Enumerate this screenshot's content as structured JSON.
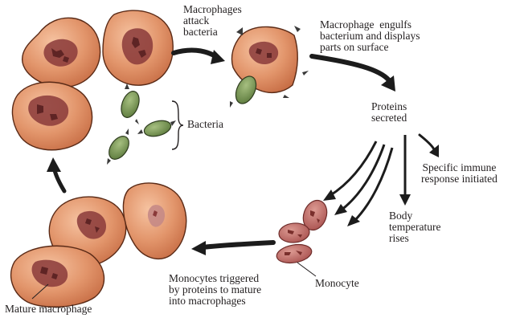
{
  "labels": {
    "macrophages_attack": "Macrophages\nattack\nbacteria",
    "engulfs": "Macrophage  engulfs\nbacterium and displays\nparts on surface",
    "proteins_secreted": "Proteins\nsecreted",
    "specific_immune": "Specific immune\nresponse initiated",
    "body_temperature": "Body\ntemperature\nrises",
    "monocyte": "Monocyte",
    "monocytes_triggered": "Monocytes triggered\nby proteins to mature\ninto macrophages",
    "bacteria": "Bacteria",
    "mature_macrophage": "Mature macrophage"
  },
  "colors": {
    "cell_fill": "#e2956b",
    "cell_edge": "#5a2a16",
    "nucleus": "#8a3a3a",
    "bacterium": "#7d9a5a",
    "monocyte": "#b7615e",
    "arrow": "#1c1c1c"
  }
}
